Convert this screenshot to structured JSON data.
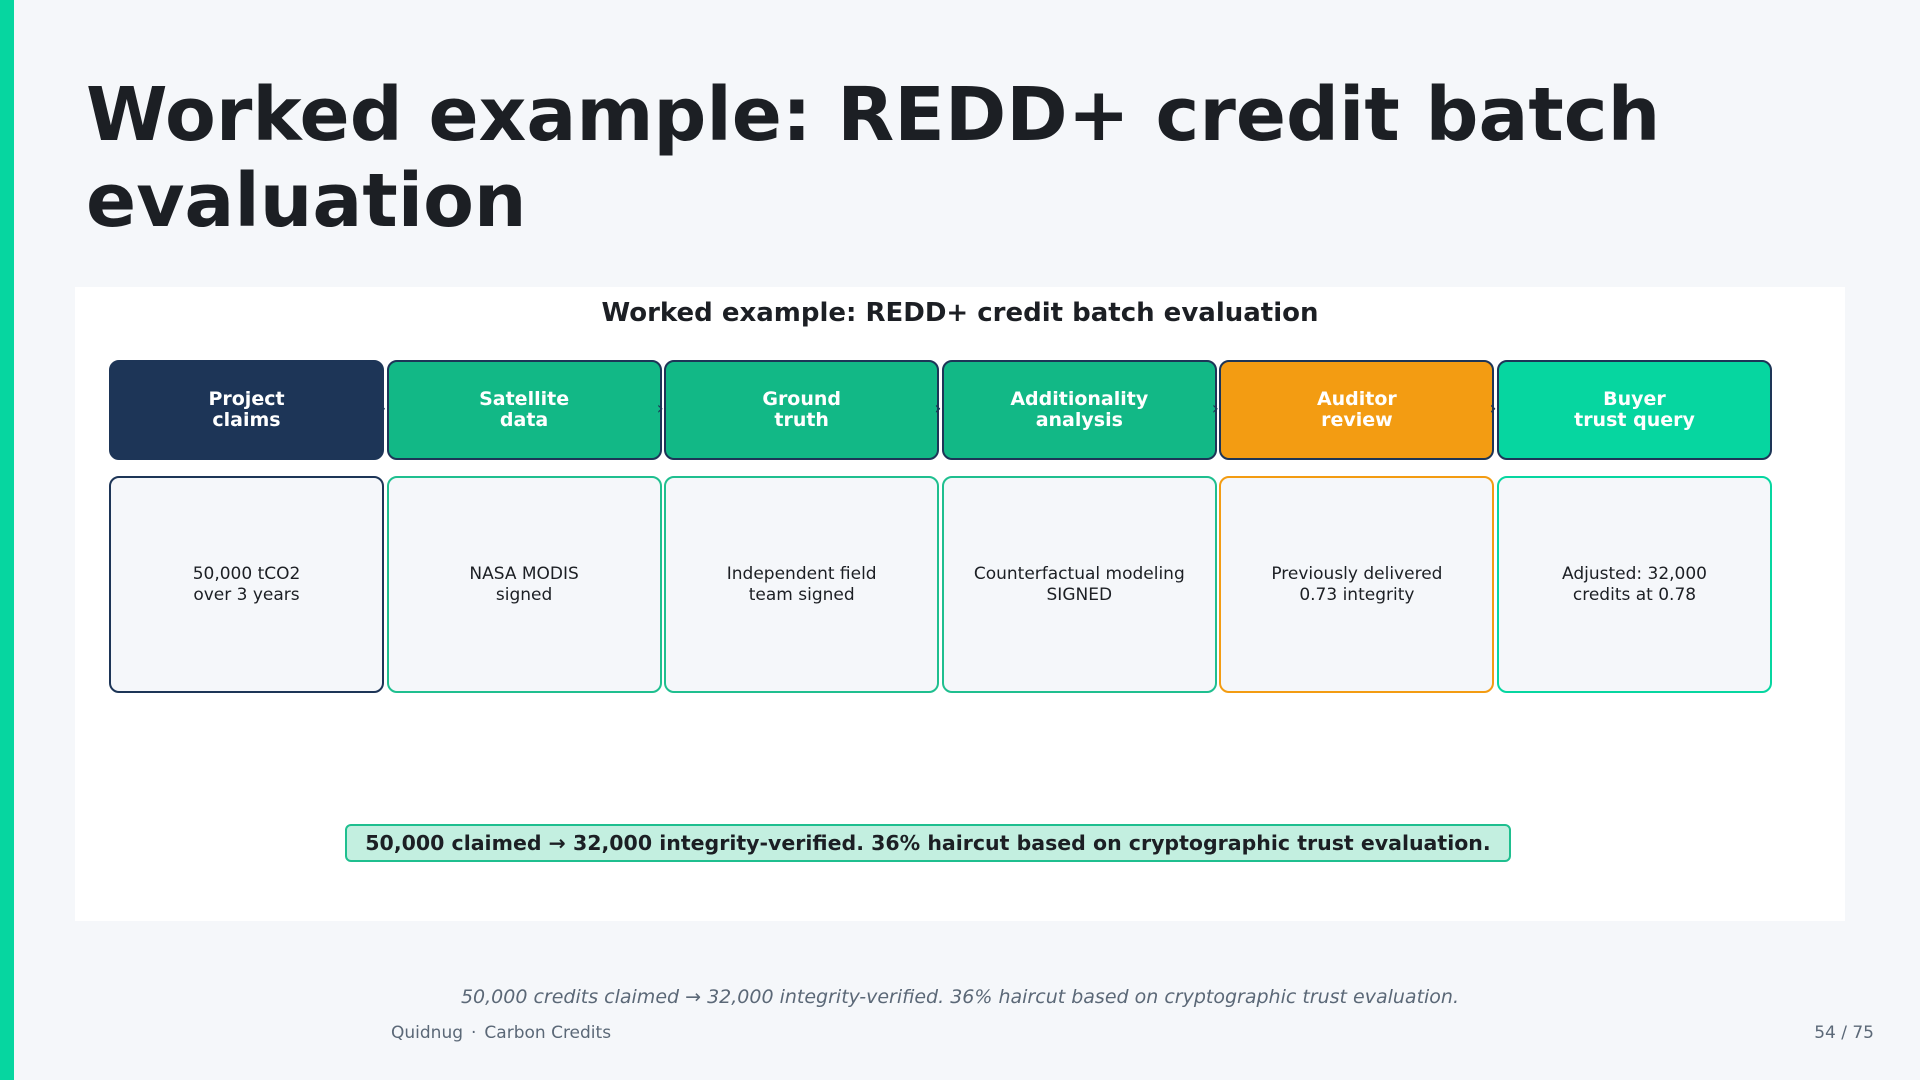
{
  "slide": {
    "title": "Worked example: REDD+ credit batch evaluation",
    "caption": "50,000 credits claimed → 32,000 integrity-verified. 36% haircut based on cryptographic trust evaluation.",
    "footer": {
      "brand": "Quidnug",
      "separator": "·",
      "section": "Carbon Credits",
      "page": "54 / 75"
    }
  },
  "diagram": {
    "title": "Worked example: REDD+ credit batch evaluation",
    "stages": [
      {
        "label": "Project\nclaims",
        "detail": "50,000 tCO2\nover 3 years",
        "fill": "#1d3557",
        "border": "#1d3557"
      },
      {
        "label": "Satellite\ndata",
        "detail": "NASA MODIS\nsigned",
        "fill": "#12b886",
        "border": "#1fbf8f"
      },
      {
        "label": "Ground\ntruth",
        "detail": "Independent field\nteam signed",
        "fill": "#12b886",
        "border": "#1fbf8f"
      },
      {
        "label": "Additionality\nanalysis",
        "detail": "Counterfactual modeling\nSIGNED",
        "fill": "#12b886",
        "border": "#1fbf8f"
      },
      {
        "label": "Auditor\nreview",
        "detail": "Previously delivered\n0.73 integrity",
        "fill": "#f39c12",
        "border": "#f39c12"
      },
      {
        "label": "Buyer\ntrust query",
        "detail": "Adjusted: 32,000\ncredits at 0.78",
        "fill": "#06d6a0",
        "border": "#06d6a0"
      }
    ],
    "arrow_glyph": "›",
    "callout": "50,000 claimed → 32,000 integrity-verified. 36% haircut based on cryptographic trust evaluation."
  },
  "colors": {
    "accent": "#06d6a0",
    "navy": "#1d3557",
    "green": "#12b886",
    "orange": "#f39c12",
    "callout_fill": "#c3efe0"
  }
}
